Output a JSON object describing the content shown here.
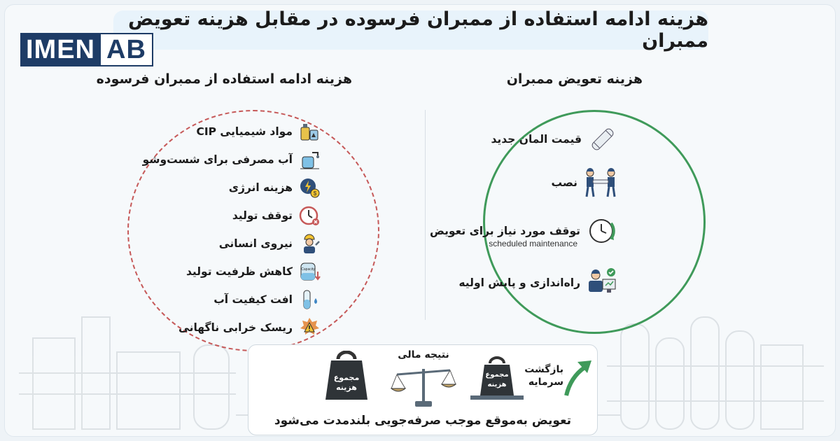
{
  "title": "هزینه ادامه استفاده از ممبران فرسوده در مقابل هزینه تعویض ممبران",
  "logo": {
    "part1": "IMEN",
    "part2": "AB"
  },
  "left_column": {
    "heading": "هزینه ادامه استفاده از ممبران فرسوده",
    "items": [
      {
        "label": "مواد شیمیایی CIP",
        "icon": "chemical-bottles-icon"
      },
      {
        "label": "آب مصرفی برای شست‌وشو",
        "icon": "water-tank-shower-icon"
      },
      {
        "label": "هزینه انرژی",
        "icon": "energy-plug-coin-icon"
      },
      {
        "label": "توقف تولید",
        "icon": "stopped-clock-icon"
      },
      {
        "label": "نیروی انسانی",
        "icon": "worker-icon"
      },
      {
        "label": "کاهش ظرفیت تولید",
        "icon": "capacity-tank-down-icon"
      },
      {
        "label": "افت کیفیت آب",
        "icon": "test-tube-drop-icon"
      },
      {
        "label": "ریسک خرابی ناگهانی",
        "icon": "warning-explosion-icon"
      }
    ]
  },
  "right_column": {
    "heading": "هزینه تعویض ممبران",
    "items": [
      {
        "label": "قیمت المان جدید",
        "icon": "membrane-element-icon"
      },
      {
        "label": "نصب",
        "icon": "two-workers-carrying-icon"
      },
      {
        "label": "توقف مورد نیاز برای تعویض",
        "sublabel": "scheduled maintenance",
        "icon": "scheduled-clock-icon"
      },
      {
        "label": "راه‌اندازی و پایش اولیه",
        "icon": "operator-monitor-icon"
      }
    ]
  },
  "bottom": {
    "left_weight": "مجموع هزینه",
    "scale_label": "نتیجه مالی",
    "right_weight": "مجموع هزینه",
    "roi_label_line1": "بازگشت",
    "roi_label_line2": "سرمایه",
    "caption": "تعویض به‌موقع موجب صرفه‌جویی بلندمدت می‌شود"
  },
  "colors": {
    "logo_blue": "#1e3c66",
    "left_circle": "#c65959",
    "right_circle": "#3f9a5a",
    "title_bg": "#e8f3fb"
  }
}
